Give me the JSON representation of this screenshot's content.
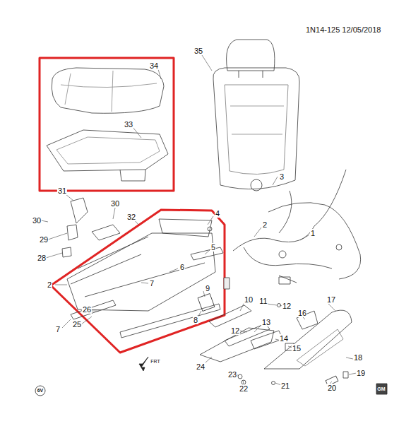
{
  "diagram": {
    "labels": [
      "1N14-125 12/05/2018",
      "35",
      "34",
      "33",
      "3",
      "31",
      "30",
      "30",
      "32",
      "4",
      "2",
      "1",
      "29",
      "28",
      "5",
      "6",
      "2",
      "7",
      "9",
      "10",
      "11",
      "12",
      "26",
      "25",
      "7",
      "8",
      "12",
      "13",
      "16",
      "17",
      "14",
      "15",
      "24",
      "23",
      "22",
      "18",
      "19",
      "20",
      "21",
      "FRT",
      "6V",
      "GM"
    ]
  }
}
